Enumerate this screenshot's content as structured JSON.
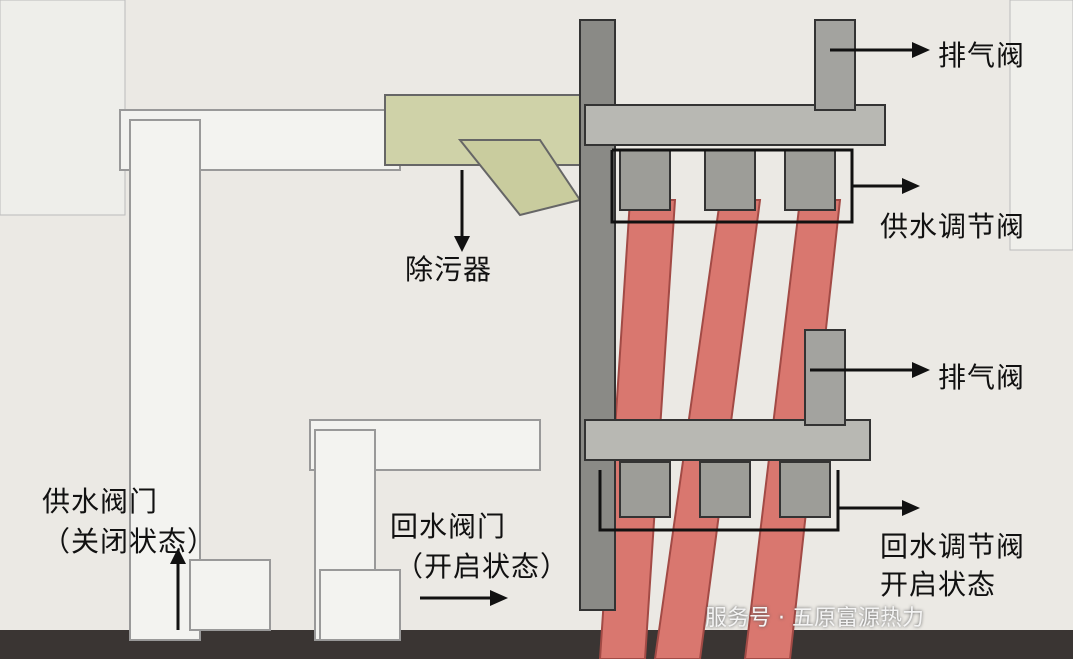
{
  "labels": {
    "top_vent_valve": "排气阀",
    "supply_regulating_valve": "供水调节阀",
    "dirt_separator": "除污器",
    "lower_vent_valve": "排气阀",
    "supply_valve": "供水阀门",
    "supply_valve_state": "（关闭状态）",
    "return_valve": "回水阀门",
    "return_valve_state": "（开启状态）",
    "return_regulating_valve": "回水调节阀",
    "return_regulating_valve_state": "开启状态"
  },
  "watermark": "服务号 · 五原富源热力",
  "colors": {
    "pipe_red": "#d9776f",
    "pipe_white": "#f3f3f0",
    "manifold": "#8a8a86"
  }
}
